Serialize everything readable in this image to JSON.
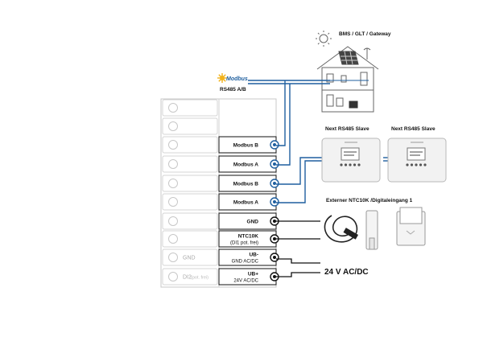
{
  "gateway": {
    "title": "BMS / GLT / Gateway"
  },
  "modbus_logo": {
    "text": "Modbus"
  },
  "bus": {
    "label": "RS485 A/B"
  },
  "slaves": [
    {
      "label": "Next RS485 Slave"
    },
    {
      "label": "Next RS485 Slave"
    }
  ],
  "terminals": {
    "rows": [
      {
        "left": "",
        "right": ""
      },
      {
        "left": "",
        "right": ""
      },
      {
        "left": "",
        "right": "Modbus B"
      },
      {
        "left": "",
        "right": "Modbus A"
      },
      {
        "left": "",
        "right": "Modbus B"
      },
      {
        "left": "",
        "right": "Modbus A"
      },
      {
        "left": "",
        "right": "GND"
      },
      {
        "left": "",
        "right": "NTC10K",
        "right2": "(DI1 pot. frei)"
      },
      {
        "left": "GND",
        "right": "UB-",
        "right2": "GND AC/DC"
      },
      {
        "left": "DI2",
        "left_suffix": "(pot. frei)",
        "right": "UB+",
        "right2": "24V AC/DC"
      }
    ]
  },
  "sensor": {
    "label": "Externer NTC10K /Digitaleingang 1"
  },
  "power": {
    "label": "24 V AC/DC"
  },
  "colors": {
    "bus": "#1f5f9f",
    "frame": "#c8c8c8",
    "text": "#111111"
  }
}
